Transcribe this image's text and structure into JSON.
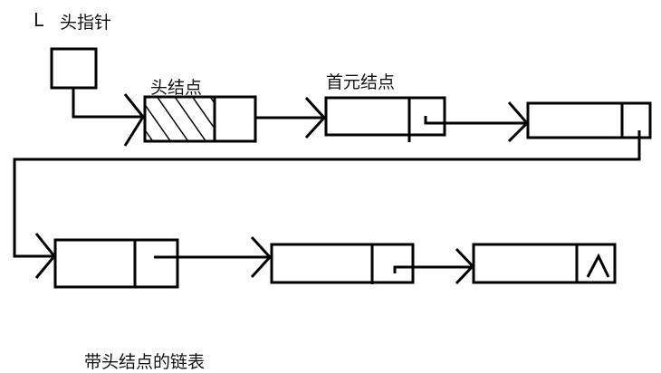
{
  "labels": {
    "list_name": "L",
    "head_pointer": "头指针",
    "head_node": "头结点",
    "first_node": "首元结点",
    "caption": "带头结点的链表"
  },
  "diagram": {
    "nodes": [
      {
        "id": "head-node",
        "role": "head",
        "data_hatched": true,
        "next_null": false
      },
      {
        "id": "first-node",
        "role": "first",
        "data_hatched": false,
        "next_null": false
      },
      {
        "id": "node-3",
        "role": "node",
        "data_hatched": false,
        "next_null": false
      },
      {
        "id": "node-4",
        "role": "node",
        "data_hatched": false,
        "next_null": false
      },
      {
        "id": "node-5",
        "role": "node",
        "data_hatched": false,
        "next_null": false
      },
      {
        "id": "tail-node",
        "role": "tail",
        "data_hatched": false,
        "next_null": true
      }
    ],
    "links": [
      {
        "from": "head-pointer",
        "to": "head-node"
      },
      {
        "from": "head-node",
        "to": "first-node"
      },
      {
        "from": "first-node",
        "to": "node-3"
      },
      {
        "from": "node-3",
        "to": "node-4"
      },
      {
        "from": "node-4",
        "to": "node-5"
      },
      {
        "from": "node-5",
        "to": "tail-node"
      }
    ],
    "stroke_color": "#000000"
  }
}
